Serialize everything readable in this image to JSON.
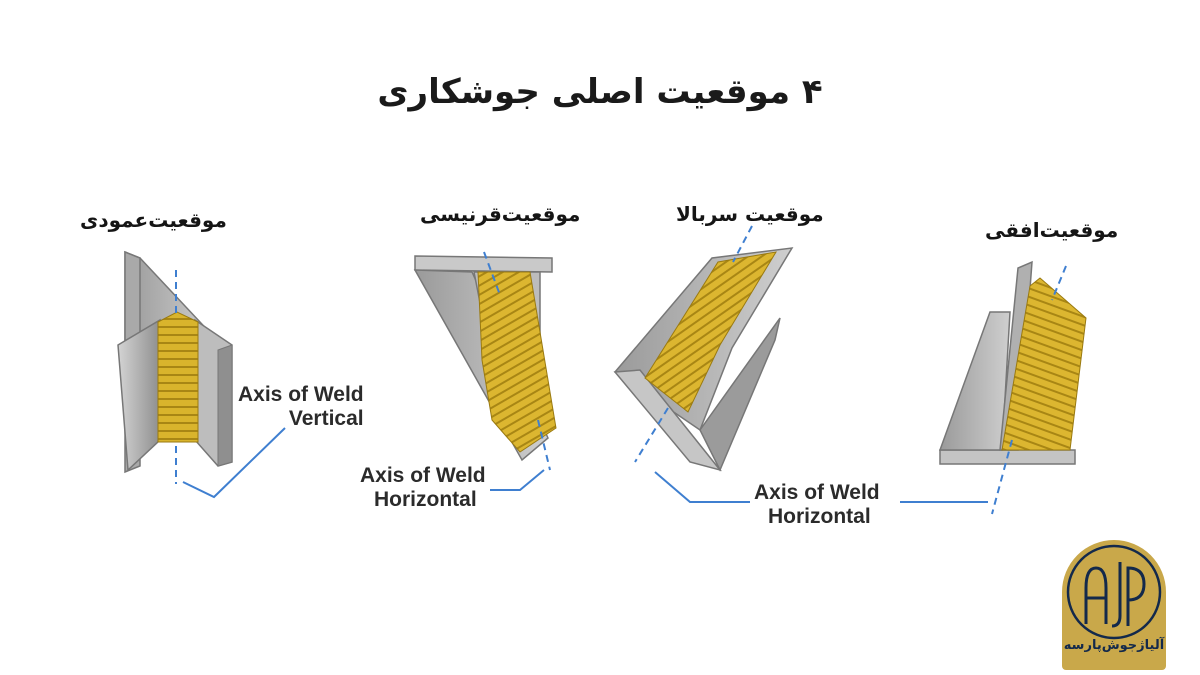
{
  "title": "۴ موقعیت اصلی جوشکاری",
  "positions": [
    {
      "label": "موقعیت‌عمودی",
      "axis_line1": "Axis of Weld",
      "axis_line2": "Vertical"
    },
    {
      "label": "موقعیت‌قرنیسی",
      "axis_line1": "Axis of Weld",
      "axis_line2": "Horizontal"
    },
    {
      "label": "موقعیت سربالا"
    },
    {
      "label": "موقعیت‌افقی",
      "axis_line1": "Axis of Weld",
      "axis_line2": "Horizontal"
    }
  ],
  "logo": {
    "monogram": "AJP",
    "text": "آلیاژجوش‌پارسه"
  },
  "colors": {
    "weld": "#d9b42c",
    "steel": "#b5b5b5",
    "axis": "#3f7fd0",
    "logo_bg": "#c9a84a",
    "logo_ink": "#13294b"
  }
}
